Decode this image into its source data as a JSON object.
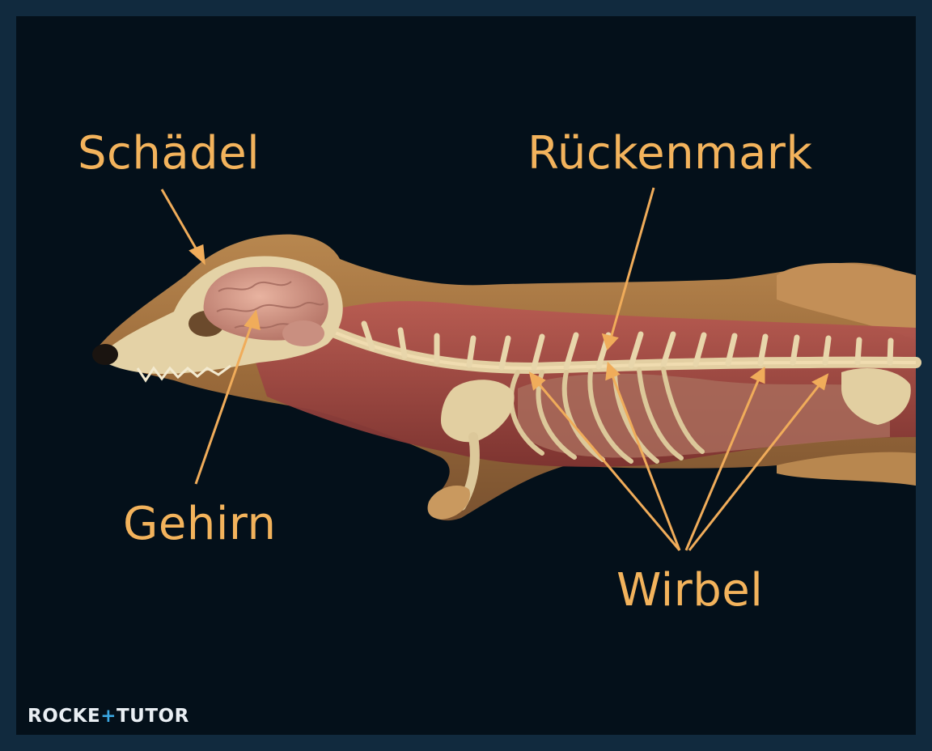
{
  "labels": {
    "skull": "Schädel",
    "spinal_cord": "Rückenmark",
    "brain": "Gehirn",
    "vertebrae": "Wirbel"
  },
  "brand": {
    "part1": "ROCKE",
    "part2": "+",
    "part3": "TUTOR"
  },
  "colors": {
    "label": "#f3b35c",
    "arrow": "#f0ac5a",
    "background": "#04101a",
    "frame": "#112a3e",
    "brand_accent": "#3aa6e0"
  },
  "icons": [
    "rocket-tutor-logo"
  ]
}
